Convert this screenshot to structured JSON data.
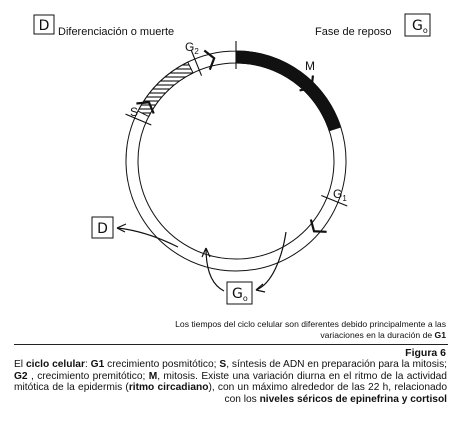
{
  "diagram": {
    "box_d_top": "D",
    "label_differentiation": "Diferenciación o muerte",
    "label_rest_phase": "Fase de reposo",
    "box_g0_top": {
      "main": "G",
      "sub": "o"
    },
    "phase_g2": {
      "main": "G",
      "sub": "2"
    },
    "phase_m": "M",
    "phase_s": "S",
    "phase_g1": {
      "main": "G",
      "sub": "1"
    },
    "box_d_bottom": "D",
    "box_g0_bottom": {
      "main": "G",
      "sub": "o"
    }
  },
  "note": {
    "line1": "Los tiempos del ciclo celular son diferentes debido principalmente a las",
    "line2_a": "variaciones en la duración de ",
    "line2_b": "G1"
  },
  "figure": {
    "title": "Figura 6",
    "caption_segments": [
      {
        "t": "El ",
        "b": false
      },
      {
        "t": "ciclo celular",
        "b": true
      },
      {
        "t": ": ",
        "b": false
      },
      {
        "t": "G1",
        "b": true
      },
      {
        "t": " crecimiento posmitótico; ",
        "b": false
      },
      {
        "t": "S",
        "b": true
      },
      {
        "t": ", síntesis de ADN en preparación para la mitosis; ",
        "b": false
      },
      {
        "t": "G2",
        "b": true
      },
      {
        "t": " , crecimiento premitótico; ",
        "b": false
      },
      {
        "t": "M",
        "b": true
      },
      {
        "t": ", mitosis. Existe una variación diurna en el ritmo de la actividad mitótica de la epidermis (",
        "b": false
      },
      {
        "t": "ritmo circadiano",
        "b": true
      },
      {
        "t": "), con un máximo alrededor de las 22 h, relacionado con los ",
        "b": false
      },
      {
        "t": "niveles séricos de epinefrina y cortisol",
        "b": true
      }
    ]
  }
}
